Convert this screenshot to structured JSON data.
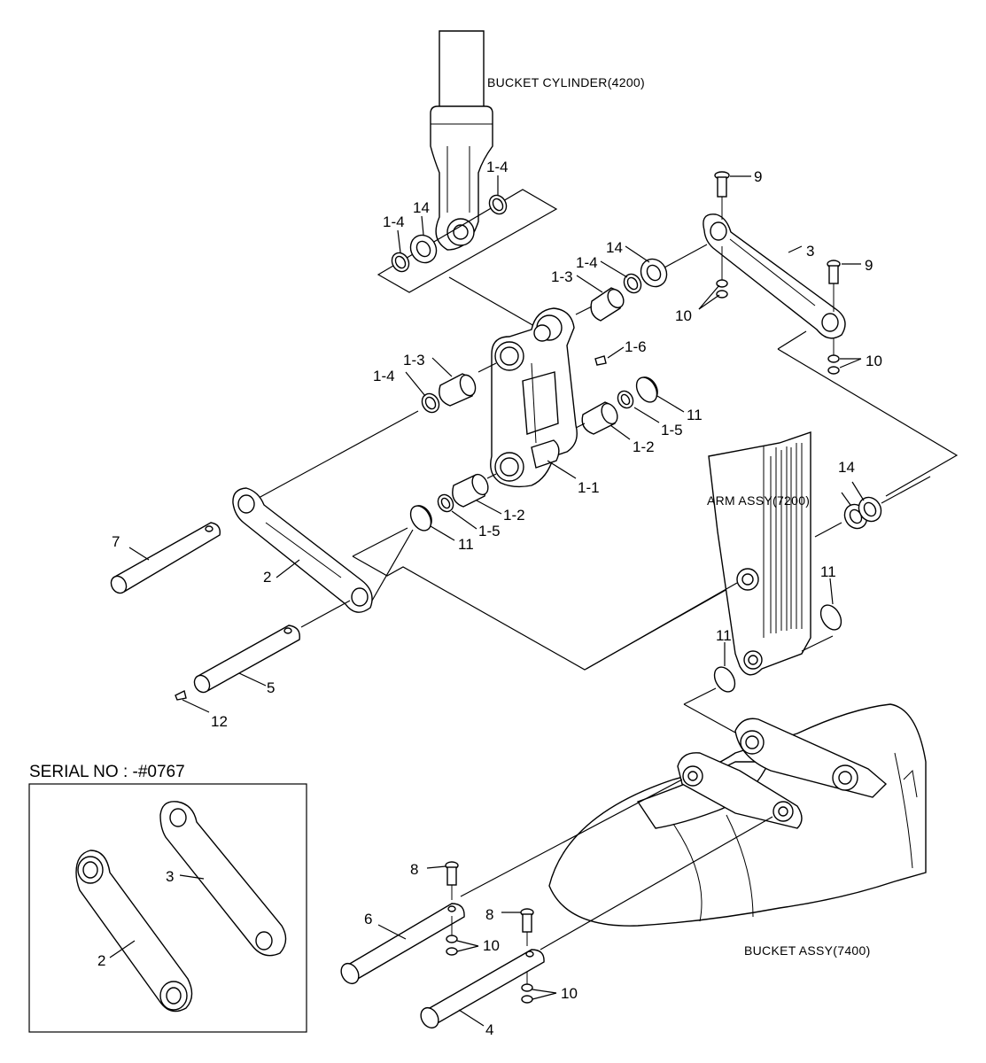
{
  "notes": {
    "bucket_cylinder": "BUCKET CYLINDER(4200)",
    "arm_assy": "ARM ASSY(7200)",
    "bucket_assy": "BUCKET ASSY(7400)",
    "serial": "SERIAL NO : -#0767"
  },
  "callouts": {
    "c14_top": "14",
    "c14_top_l": "1-4",
    "c14_top_r": "1-4",
    "c9a": "9",
    "c9b": "9",
    "c3": "3",
    "c10a": "10",
    "c10b": "10",
    "c14_mid": "14",
    "c1_4_mid": "1-4",
    "c1_3_mid": "1-3",
    "c1_6": "1-6",
    "c1_3_left": "1-3",
    "c1_4_left": "1-4",
    "c11a": "11",
    "c1_5a": "1-5",
    "c1_2a": "1-2",
    "c1_1": "1-1",
    "c1_2b": "1-2",
    "c1_5b": "1-5",
    "c11b": "11",
    "c14_arm": "14",
    "c11c": "11",
    "c11d": "11",
    "c7": "7",
    "c2": "2",
    "c5": "5",
    "c12": "12",
    "c8a": "8",
    "c8b": "8",
    "c6": "6",
    "c10c": "10",
    "c10d": "10",
    "c4": "4",
    "inset_2": "2",
    "inset_3": "3"
  }
}
